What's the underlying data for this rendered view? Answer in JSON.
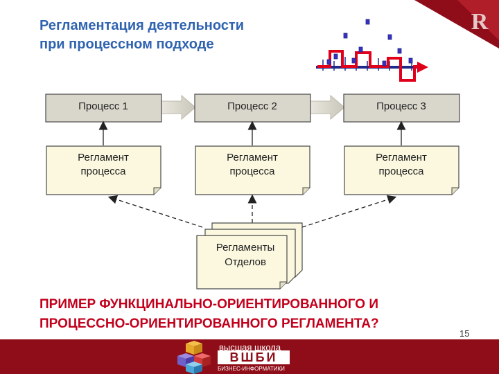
{
  "title": {
    "line1": "Регламентация деятельности",
    "line2": "при процессном подходе"
  },
  "processes": [
    {
      "label": "Процесс 1"
    },
    {
      "label": "Процесс 2"
    },
    {
      "label": "Процесс 3"
    }
  ],
  "regulations": [
    {
      "line1": "Регламент",
      "line2": "процесса"
    },
    {
      "line1": "Регламент",
      "line2": "процесса"
    },
    {
      "line1": "Регламент",
      "line2": "процесса"
    }
  ],
  "departments": {
    "line1": "Регламенты",
    "line2": "Отделов"
  },
  "question": {
    "line1": "ПРИМЕР ФУНКЦИНАЛЬНО-ОРИЕНТИРОВАННОГО И",
    "line2": "ПРОЦЕССНО-ОРИЕНТИРОВАННОГО РЕГЛАМЕНТА?"
  },
  "page_number": "15",
  "footer": {
    "logo_top": "высшая школа",
    "logo_main": "ВШБИ",
    "logo_sub": "БИЗНЕС-ИНФОРМАТИКИ"
  },
  "colors": {
    "title": "#2f63b0",
    "question": "#c2001c",
    "footer": "#8f0d18",
    "process_box": "#d9d6cc",
    "regulation_box": "#fbf8df"
  }
}
